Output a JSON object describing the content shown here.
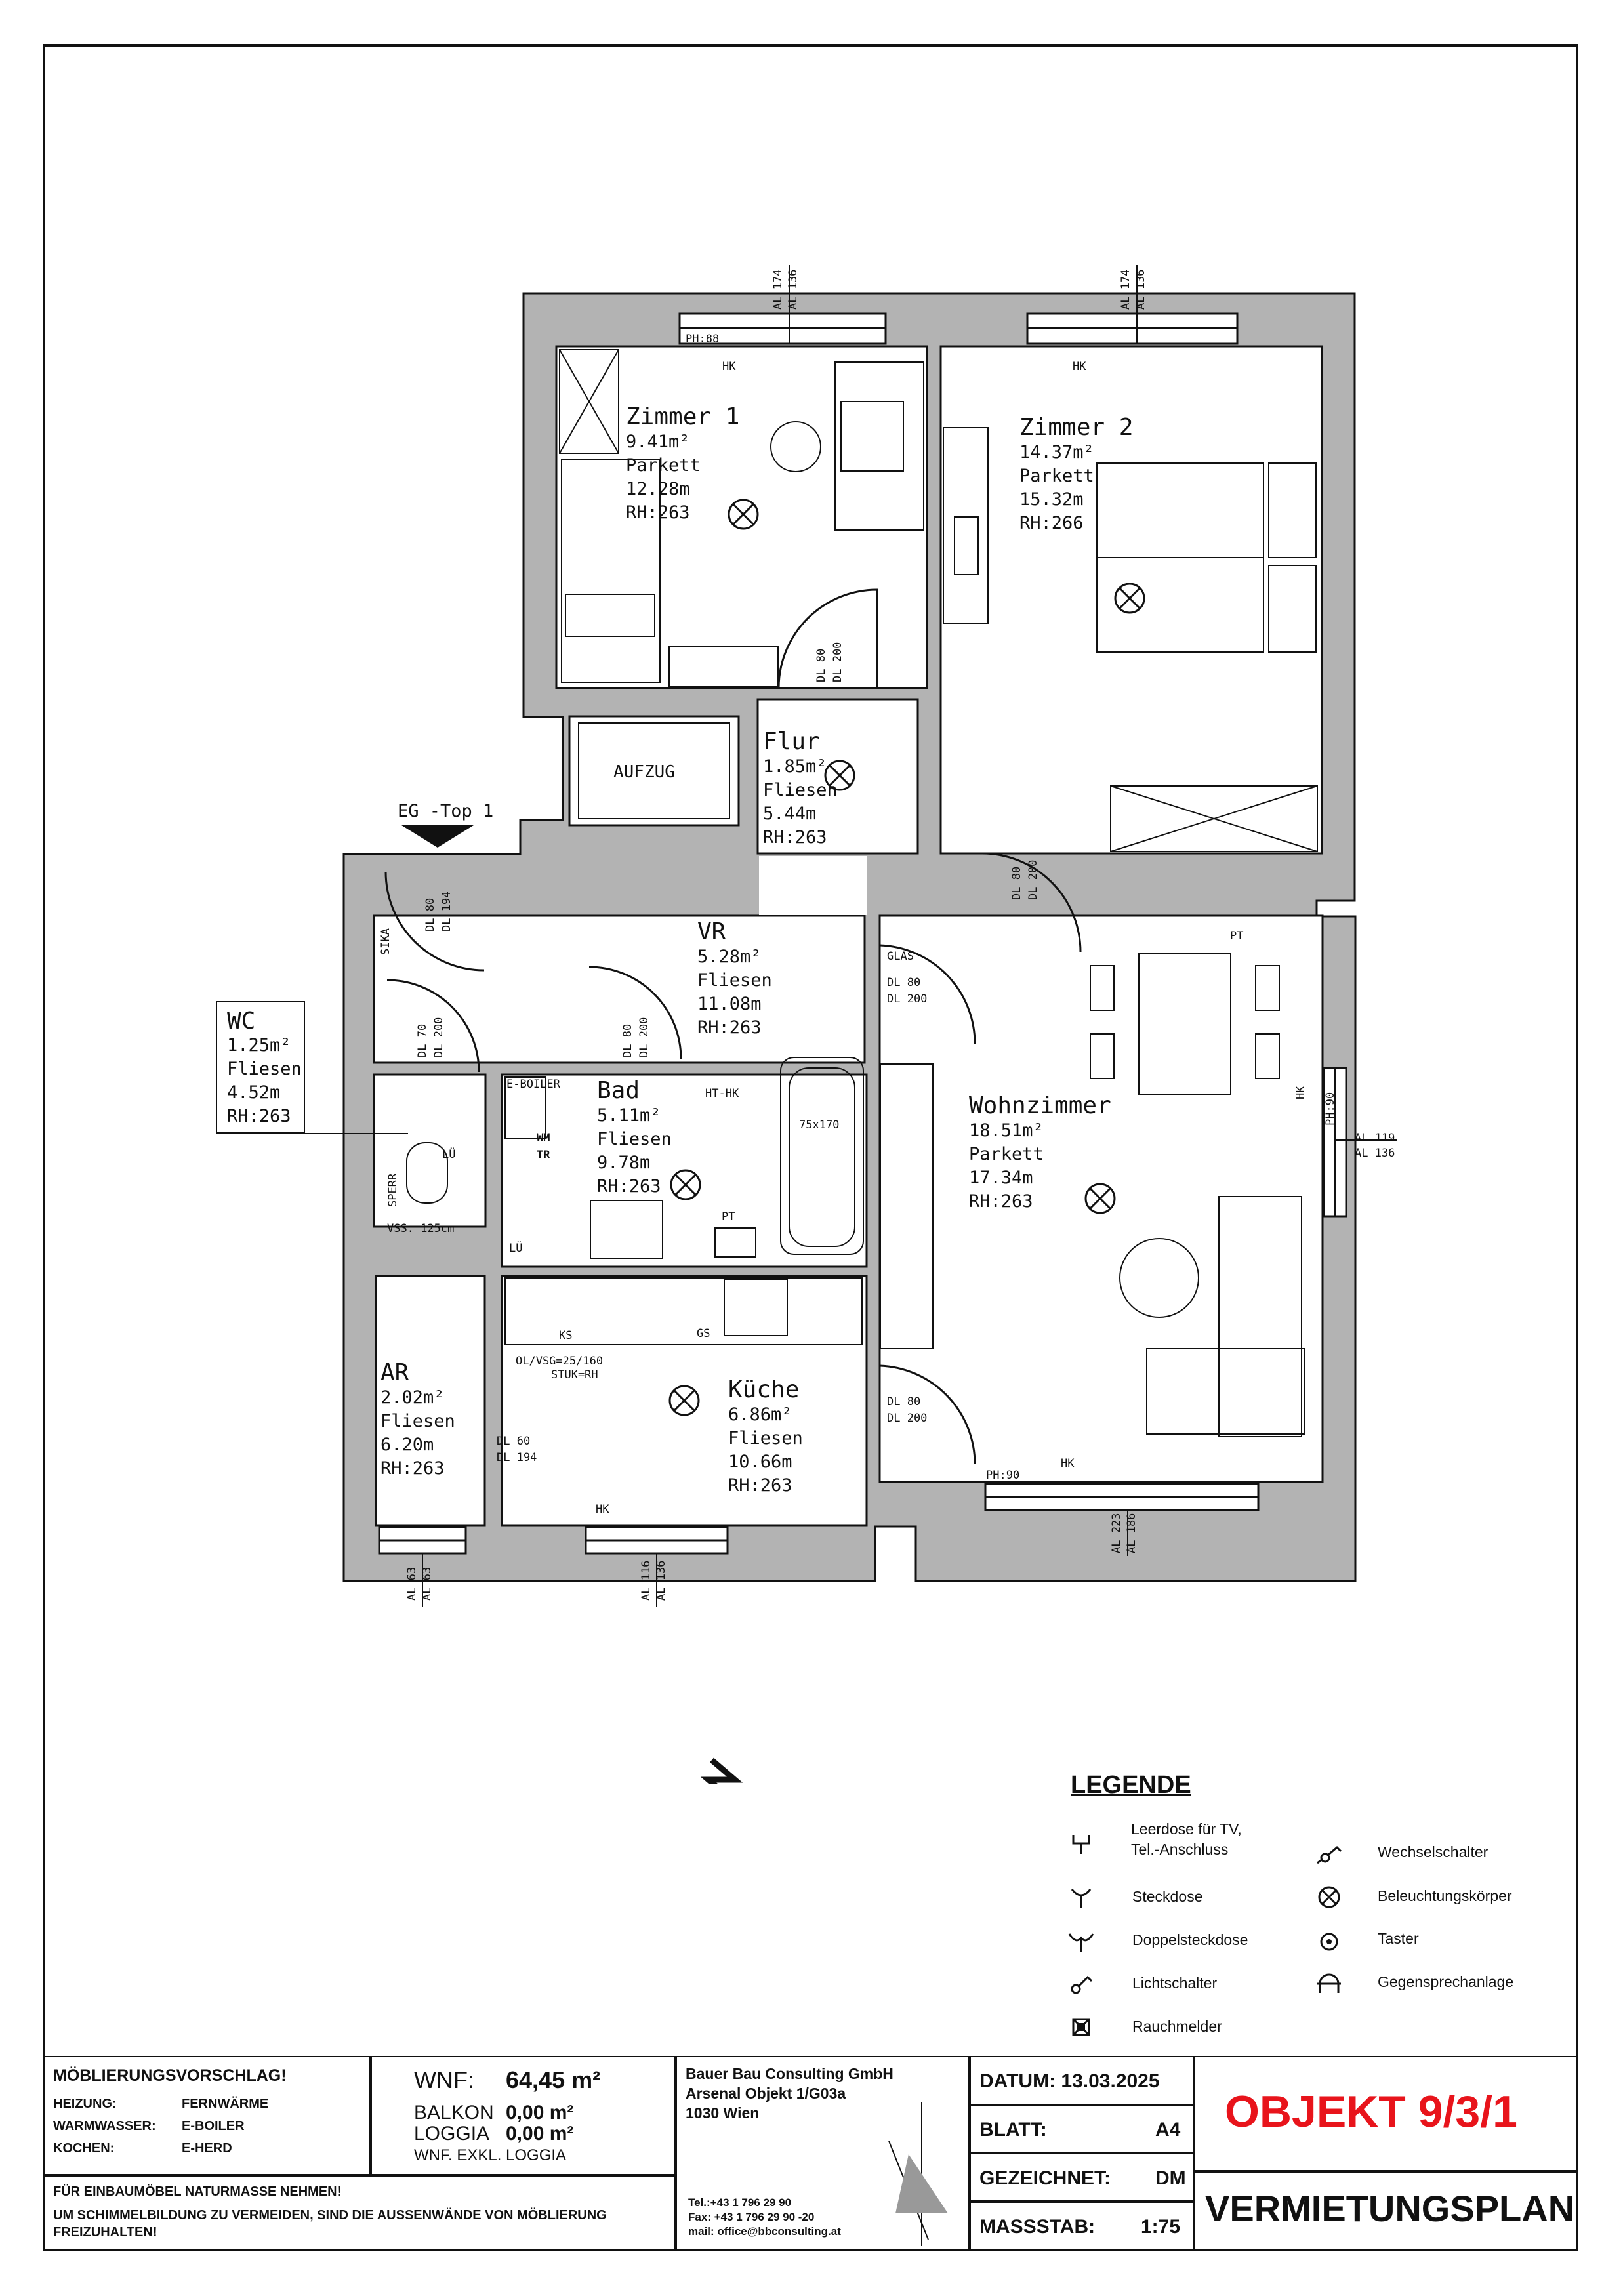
{
  "plan": {
    "entrance_label": "EG -Top 1",
    "lift_label": "AUFZUG",
    "rooms": [
      {
        "id": "zimmer1",
        "name": "Zimmer 1",
        "area": "9.41m²",
        "floor": "Parkett",
        "perimeter": "12.28m",
        "height": "RH:263"
      },
      {
        "id": "zimmer2",
        "name": "Zimmer 2",
        "area": "14.37m²",
        "floor": "Parkett",
        "perimeter": "15.32m",
        "height": "RH:266"
      },
      {
        "id": "flur",
        "name": "Flur",
        "area": "1.85m²",
        "floor": "Fliesen",
        "perimeter": "5.44m",
        "height": "RH:263"
      },
      {
        "id": "vr",
        "name": "VR",
        "area": "5.28m²",
        "floor": "Fliesen",
        "perimeter": "11.08m",
        "height": "RH:263"
      },
      {
        "id": "wc",
        "name": "WC",
        "area": "1.25m²",
        "floor": "Fliesen",
        "perimeter": "4.52m",
        "height": "RH:263"
      },
      {
        "id": "bad",
        "name": "Bad",
        "area": "5.11m²",
        "floor": "Fliesen",
        "perimeter": "9.78m",
        "height": "RH:263"
      },
      {
        "id": "wohnzimmer",
        "name": "Wohnzimmer",
        "area": "18.51m²",
        "floor": "Parkett",
        "perimeter": "17.34m",
        "height": "RH:263"
      },
      {
        "id": "ar",
        "name": "AR",
        "area": "2.02m²",
        "floor": "Fliesen",
        "perimeter": "6.20m",
        "height": "RH:263"
      },
      {
        "id": "kueche",
        "name": "Küche",
        "area": "6.86m²",
        "floor": "Fliesen",
        "perimeter": "10.66m",
        "height": "RH:263"
      }
    ],
    "labels": {
      "ph88": "PH:88",
      "ph90_bottom": "PH:90",
      "ph90_side": "PH:90",
      "hk": "HK",
      "pt": "PT",
      "glas": "GLAS",
      "al174": "AL 174",
      "al136": "AL 136",
      "al119": "AL 119",
      "al223": "AL 223",
      "al186": "AL 186",
      "al63": "AL 63",
      "al116": "AL 116",
      "dl80": "DL 80",
      "dl200": "DL 200",
      "dl70": "DL 70",
      "dl60": "DL 60",
      "dl194": "DL 194",
      "sika": "SIKA",
      "lue": "LÜ",
      "sperre": "SPERR",
      "vss": "VSS: 125cm",
      "eboiler": "E-BOILER",
      "wm": "WM",
      "tr": "TR",
      "ht_hk": "HT-HK",
      "tub": "75x170",
      "ks": "KS",
      "gs": "GS",
      "ol": "OL/VSG=25/160",
      "stuk": "STUK=RH"
    }
  },
  "legend": {
    "title": "LEGENDE",
    "items": [
      {
        "icon": "tv-socket-icon",
        "label": "Leerdose für TV,\nTel.-Anschluss"
      },
      {
        "icon": "socket-icon",
        "label": "Steckdose"
      },
      {
        "icon": "double-socket-icon",
        "label": "Doppelsteckdose"
      },
      {
        "icon": "light-switch-icon",
        "label": "Lichtschalter"
      },
      {
        "icon": "smoke-detector-icon",
        "label": "Rauchmelder"
      },
      {
        "icon": "two-way-switch-icon",
        "label": "Wechselschalter"
      },
      {
        "icon": "light-fixture-icon",
        "label": "Beleuchtungskörper"
      },
      {
        "icon": "push-button-icon",
        "label": "Taster"
      },
      {
        "icon": "intercom-icon",
        "label": "Gegensprechanlage"
      }
    ]
  },
  "titleblock": {
    "moebl_title": "MÖBLIERUNGSVORSCHLAG!",
    "heizung_label": "HEIZUNG:",
    "heizung_value": "FERNWÄRME",
    "warmwasser_label": "WARMWASSER:",
    "warmwasser_value": "E-BOILER",
    "kochen_label": "KOCHEN:",
    "kochen_value": "E-HERD",
    "note1": "FÜR EINBAUMÖBEL NATURMASSE NEHMEN!",
    "note2": "UM SCHIMMELBILDUNG ZU VERMEIDEN, SIND DIE AUSSENWÄNDE VON MÖBLIERUNG FREIZUHALTEN!",
    "wnf_label": "WNF:",
    "wnf_value": "64,45 m²",
    "balkon_label": "BALKON",
    "balkon_value": "0,00 m²",
    "loggia_label": "LOGGIA",
    "loggia_value": "0,00 m²",
    "wnf_note": "WNF. EXKL. LOGGIA",
    "company": "Bauer Bau Consulting GmbH",
    "project": "Arsenal Objekt 1/G03a",
    "city": "1030 Wien",
    "tel": "Tel.:+43 1 796 29 90",
    "fax": "Fax: +43 1 796 29 90 -20",
    "mail": "mail: office@bbconsulting.at",
    "datum": "DATUM: 13.03.2025",
    "blatt_label": "BLATT:",
    "blatt_value": "A4",
    "gezeichnet_label": "GEZEICHNET:",
    "gezeichnet_value": "DM",
    "massstab_label": "MASSSTAB:",
    "massstab_value": "1:75",
    "objekt": "OBJEKT 9/3/1",
    "plan_type": "VERMIETUNGSPLAN",
    "accent_color": "#e8141b"
  }
}
